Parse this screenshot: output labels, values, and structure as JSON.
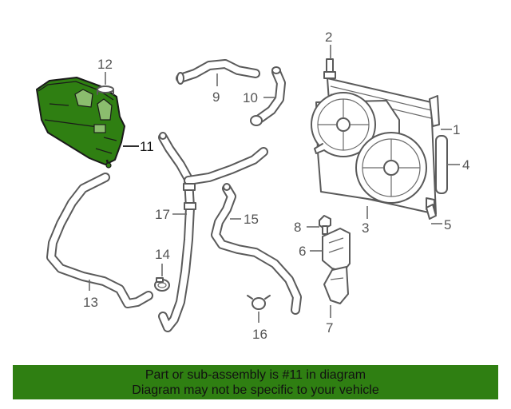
{
  "diagram": {
    "callouts": [
      {
        "id": "1",
        "label": "1"
      },
      {
        "id": "2",
        "label": "2"
      },
      {
        "id": "3",
        "label": "3"
      },
      {
        "id": "4",
        "label": "4"
      },
      {
        "id": "5",
        "label": "5"
      },
      {
        "id": "6",
        "label": "6"
      },
      {
        "id": "7",
        "label": "7"
      },
      {
        "id": "8",
        "label": "8"
      },
      {
        "id": "9",
        "label": "9"
      },
      {
        "id": "10",
        "label": "10"
      },
      {
        "id": "11",
        "label": "11"
      },
      {
        "id": "12",
        "label": "12"
      },
      {
        "id": "13",
        "label": "13"
      },
      {
        "id": "14",
        "label": "14"
      },
      {
        "id": "15",
        "label": "15"
      },
      {
        "id": "16",
        "label": "16"
      },
      {
        "id": "17",
        "label": "17"
      }
    ],
    "highlighted_part": "11",
    "highlight_color": "#2f7f12"
  },
  "banner": {
    "line1": "Part or sub-assembly is #11 in diagram",
    "line2": "Diagram may not be specific to your vehicle",
    "background": "#2f7f12"
  }
}
